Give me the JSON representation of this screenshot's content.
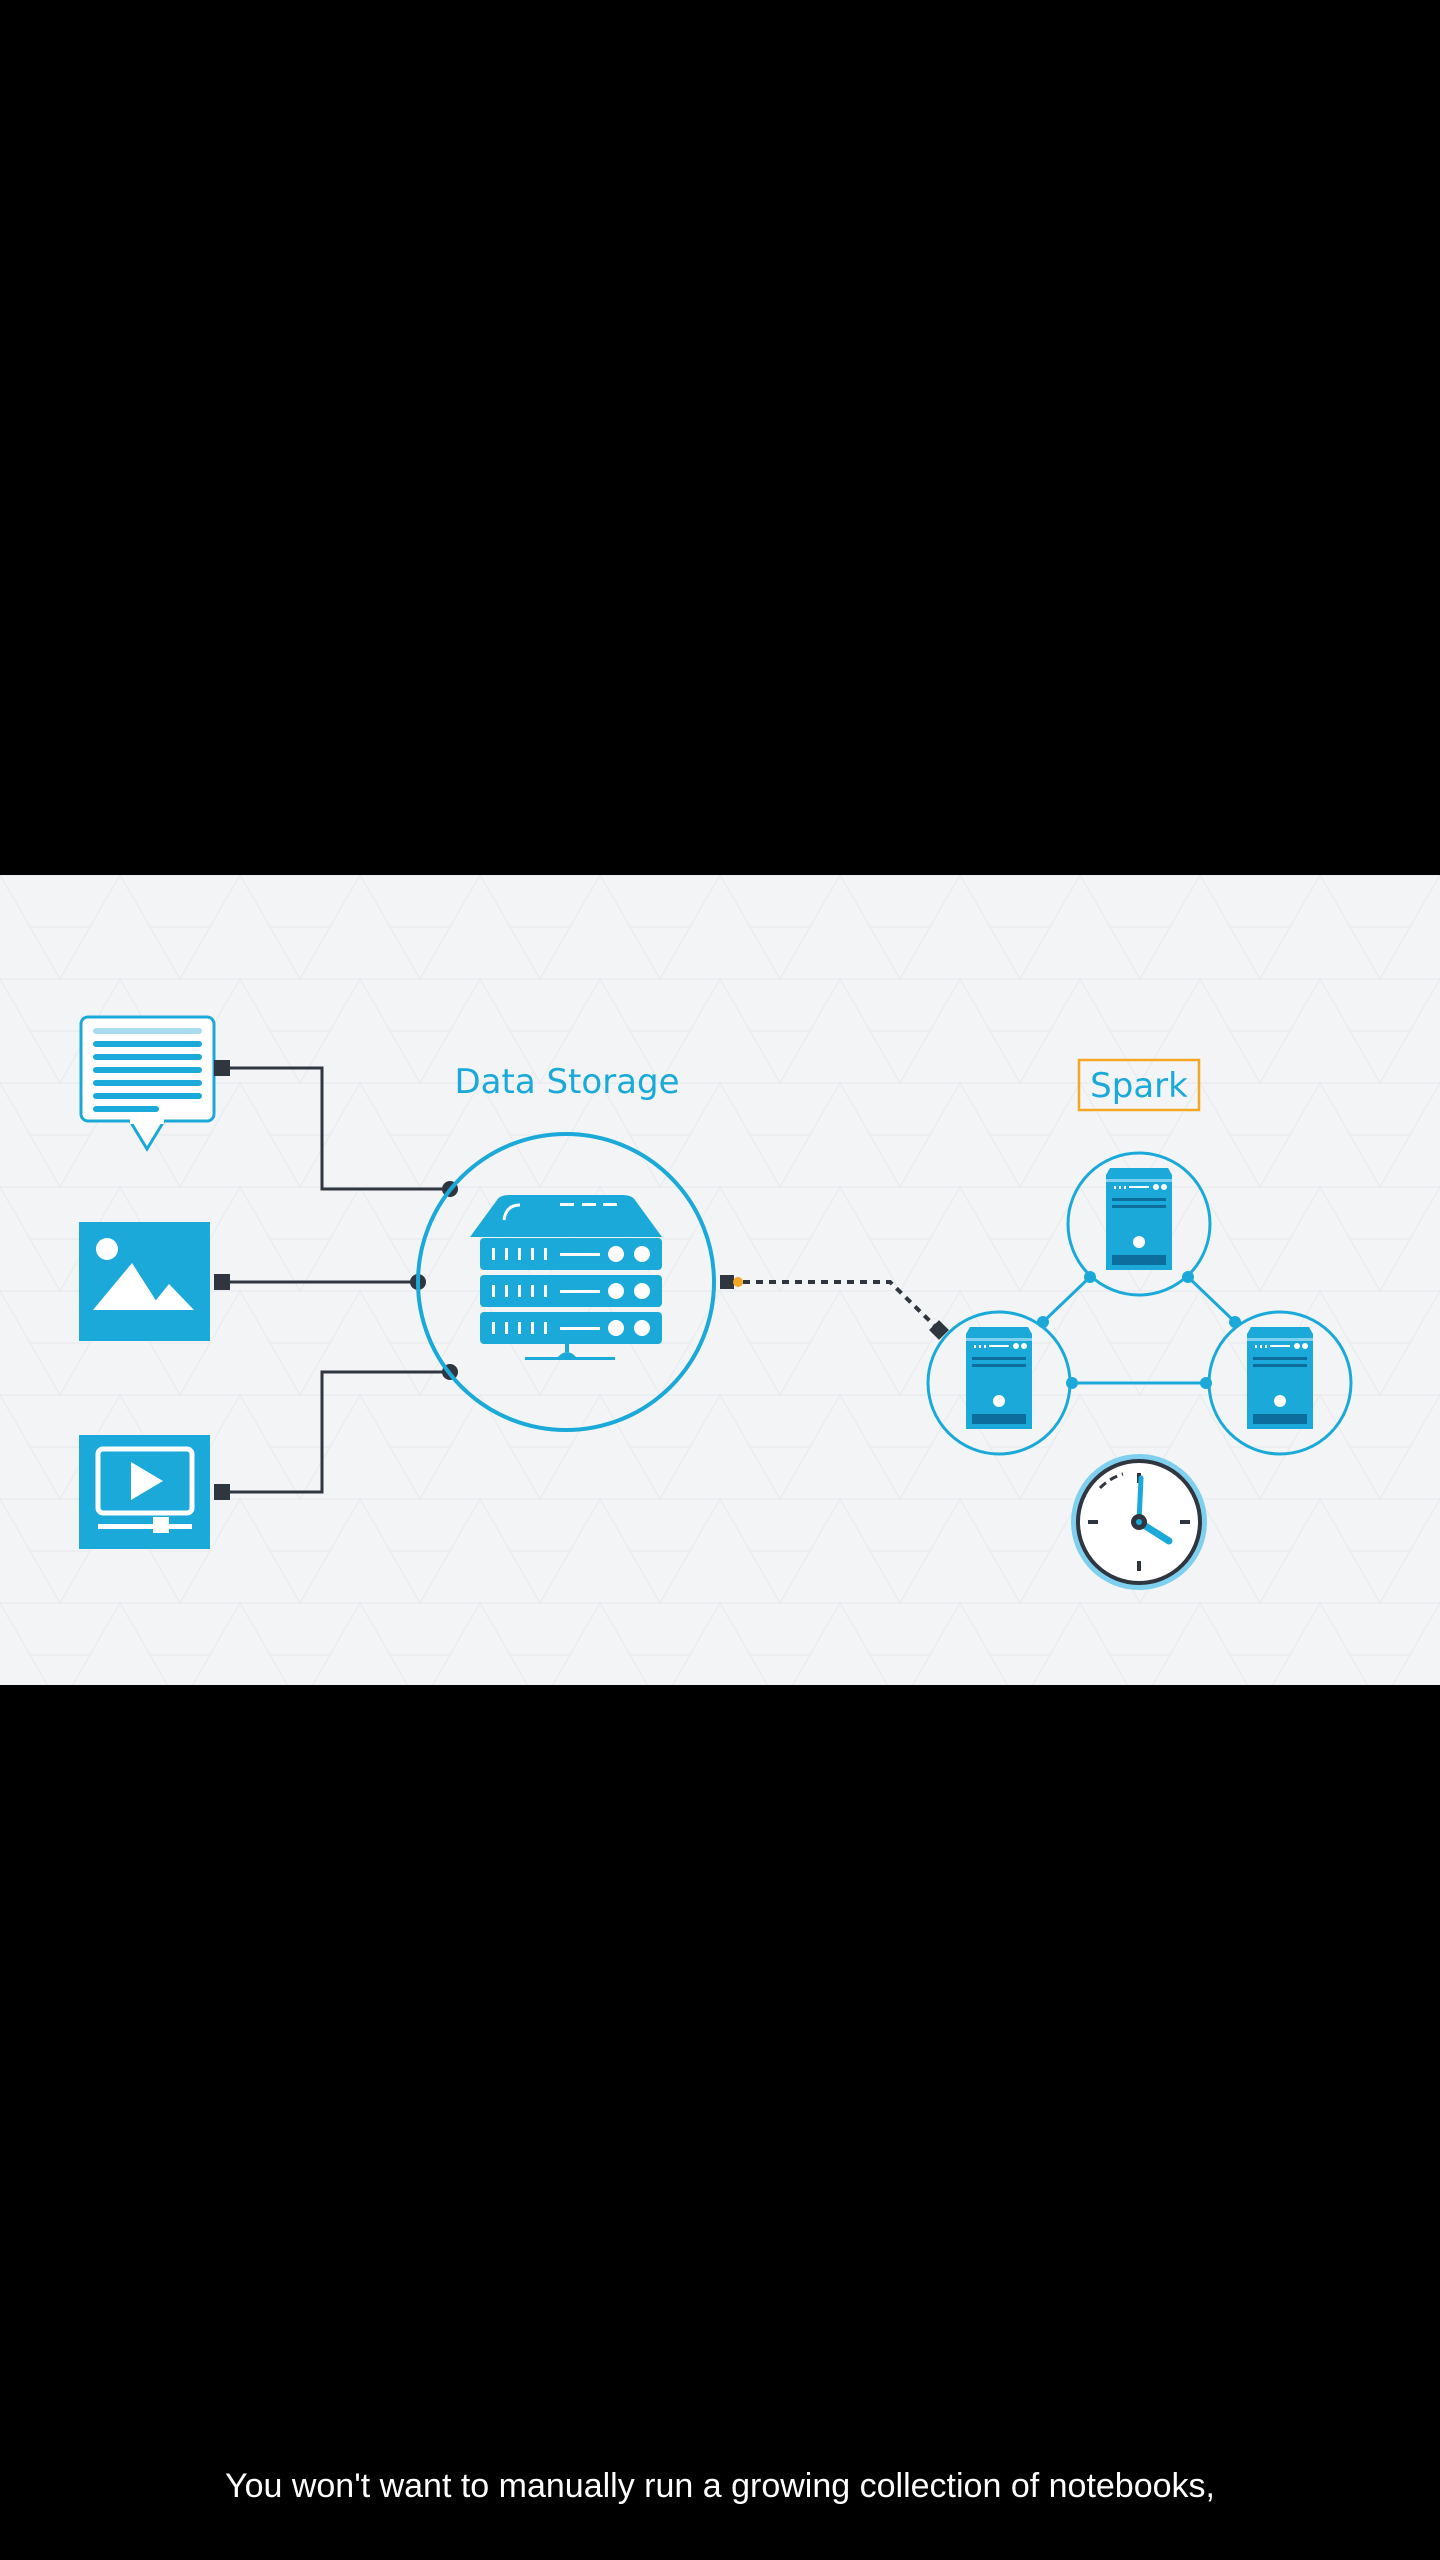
{
  "diagram": {
    "storage_label": "Data Storage",
    "spark_label": "Spark",
    "colors": {
      "accent": "#1aa9d8",
      "spark_border": "#f5a623",
      "connector": "#2f3640",
      "background": "#f2f3f5"
    },
    "sources": [
      {
        "icon": "document-icon"
      },
      {
        "icon": "image-icon"
      },
      {
        "icon": "video-icon"
      }
    ]
  },
  "caption": {
    "text": "You won't want to manually run a growing collection of notebooks,"
  }
}
